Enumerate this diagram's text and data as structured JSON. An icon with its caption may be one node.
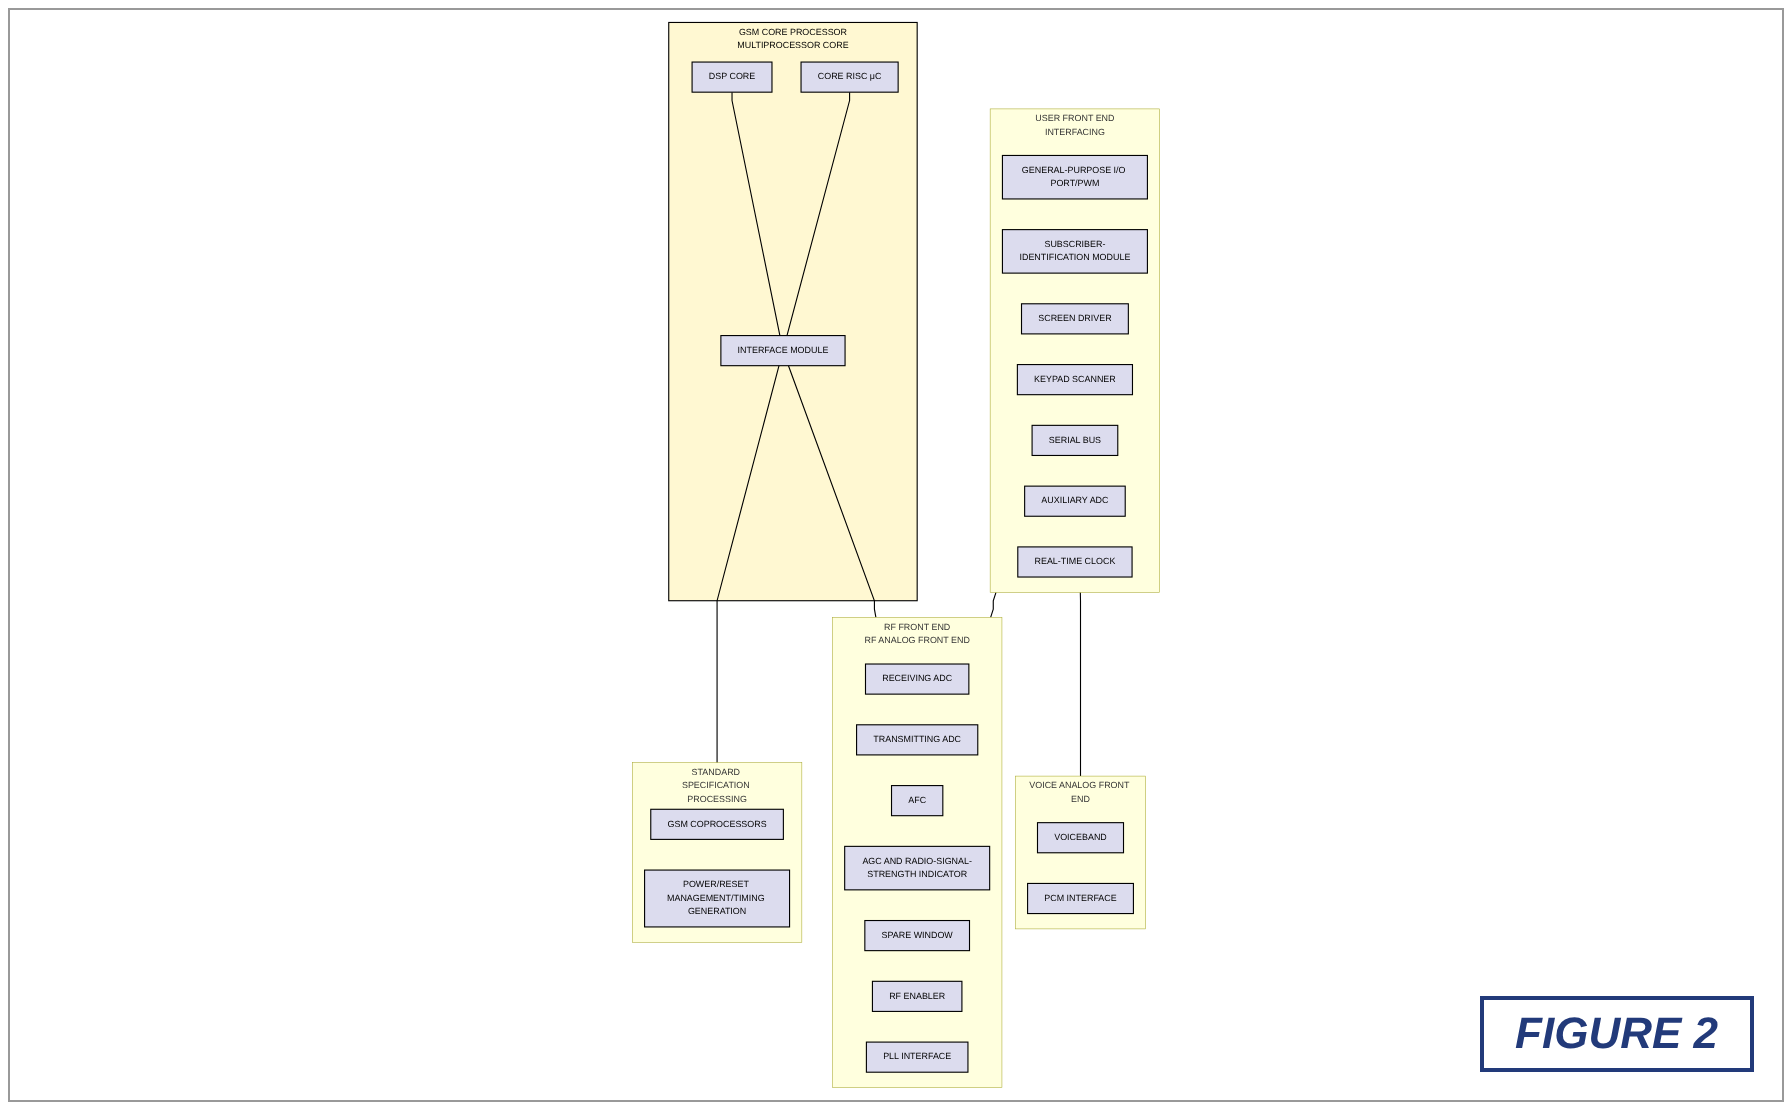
{
  "diagram": {
    "nodes": [
      {
        "text": [
          "USER FRONT END",
          "INTERFACING"
        ]
      },
      {
        "text": [
          "GENERAL-PURPOSE I/O PORT/PWM"
        ],
        "in": 0
      },
      {
        "text": [
          "SUBSCRIBER-IDENTIFICATION MODULE"
        ],
        "in": 0
      },
      {
        "text": [
          "SCREEN DRIVER"
        ],
        "in": 0
      },
      {
        "text": [
          "KEYPAD SCANNER"
        ],
        "in": 0
      },
      {
        "text": [
          "SERIAL BUS"
        ],
        "in": 0
      },
      {
        "text": [
          "AUXILIARY ADC"
        ],
        "in": 0
      },
      {
        "text": [
          "REAL-TIME CLOCK"
        ],
        "in": 0
      },
      {
        "text": [
          "GSM CORE PROCESSOR",
          "MULTIPROCESSOR CORE"
        ]
      },
      {
        "text": [
          "CORE RISC μC"
        ],
        "in": 8
      },
      {
        "text": [
          "DSP CORE"
        ],
        "in": 8
      },
      {
        "text": [
          "INTERFACE MODULE"
        ],
        "in": 8
      },
      {
        "text": [
          "RF FRONT END",
          "RF ANALOG FRONT END"
        ]
      },
      {
        "text": [
          "RECEIVING ADC"
        ],
        "in": 12
      },
      {
        "text": [
          "TRANSMITTING ADC"
        ],
        "in": 12
      },
      {
        "text": [
          "AFC"
        ],
        "in": 12
      },
      {
        "text": [
          "AGC AND RADIO-SIGNAL-STRENGTH INDICATOR"
        ],
        "in": 12
      },
      {
        "text": [
          "SPARE WINDOW"
        ],
        "in": 12
      },
      {
        "text": [
          "RF ENABLER"
        ],
        "in": 12
      },
      {
        "text": [
          "PLL INTERFACE"
        ],
        "in": 12
      },
      {
        "text": [
          "STANDARD SPECIFICATION PROCESSING"
        ]
      },
      {
        "text": [
          "GSM COPROCESSORS"
        ],
        "in": 20
      },
      {
        "text": [
          "POWER/RESET MANAGEMENT/TIMING GENERATION"
        ],
        "in": 20
      },
      {
        "text": [
          "VOICE ANALOG FRONT END"
        ]
      },
      {
        "text": [
          "VOICEBAND"
        ],
        "in": 23
      },
      {
        "text": [
          "PCM INTERFACE"
        ],
        "in": 23
      }
    ],
    "edges": [
      {
        "from": 9,
        "to": 11,
        "arrow": "none"
      },
      {
        "from": 10,
        "to": 11,
        "arrow": "none"
      },
      {
        "from": 0,
        "to": 12,
        "arrow": "none"
      },
      {
        "from": 11,
        "to": 12,
        "arrow": "none"
      },
      {
        "from": 11,
        "to": 20,
        "arrow": "none"
      },
      {
        "from": 0,
        "to": 23,
        "arrow": "none"
      }
    ],
    "labels": [
      "FIGURE 2"
    ]
  }
}
